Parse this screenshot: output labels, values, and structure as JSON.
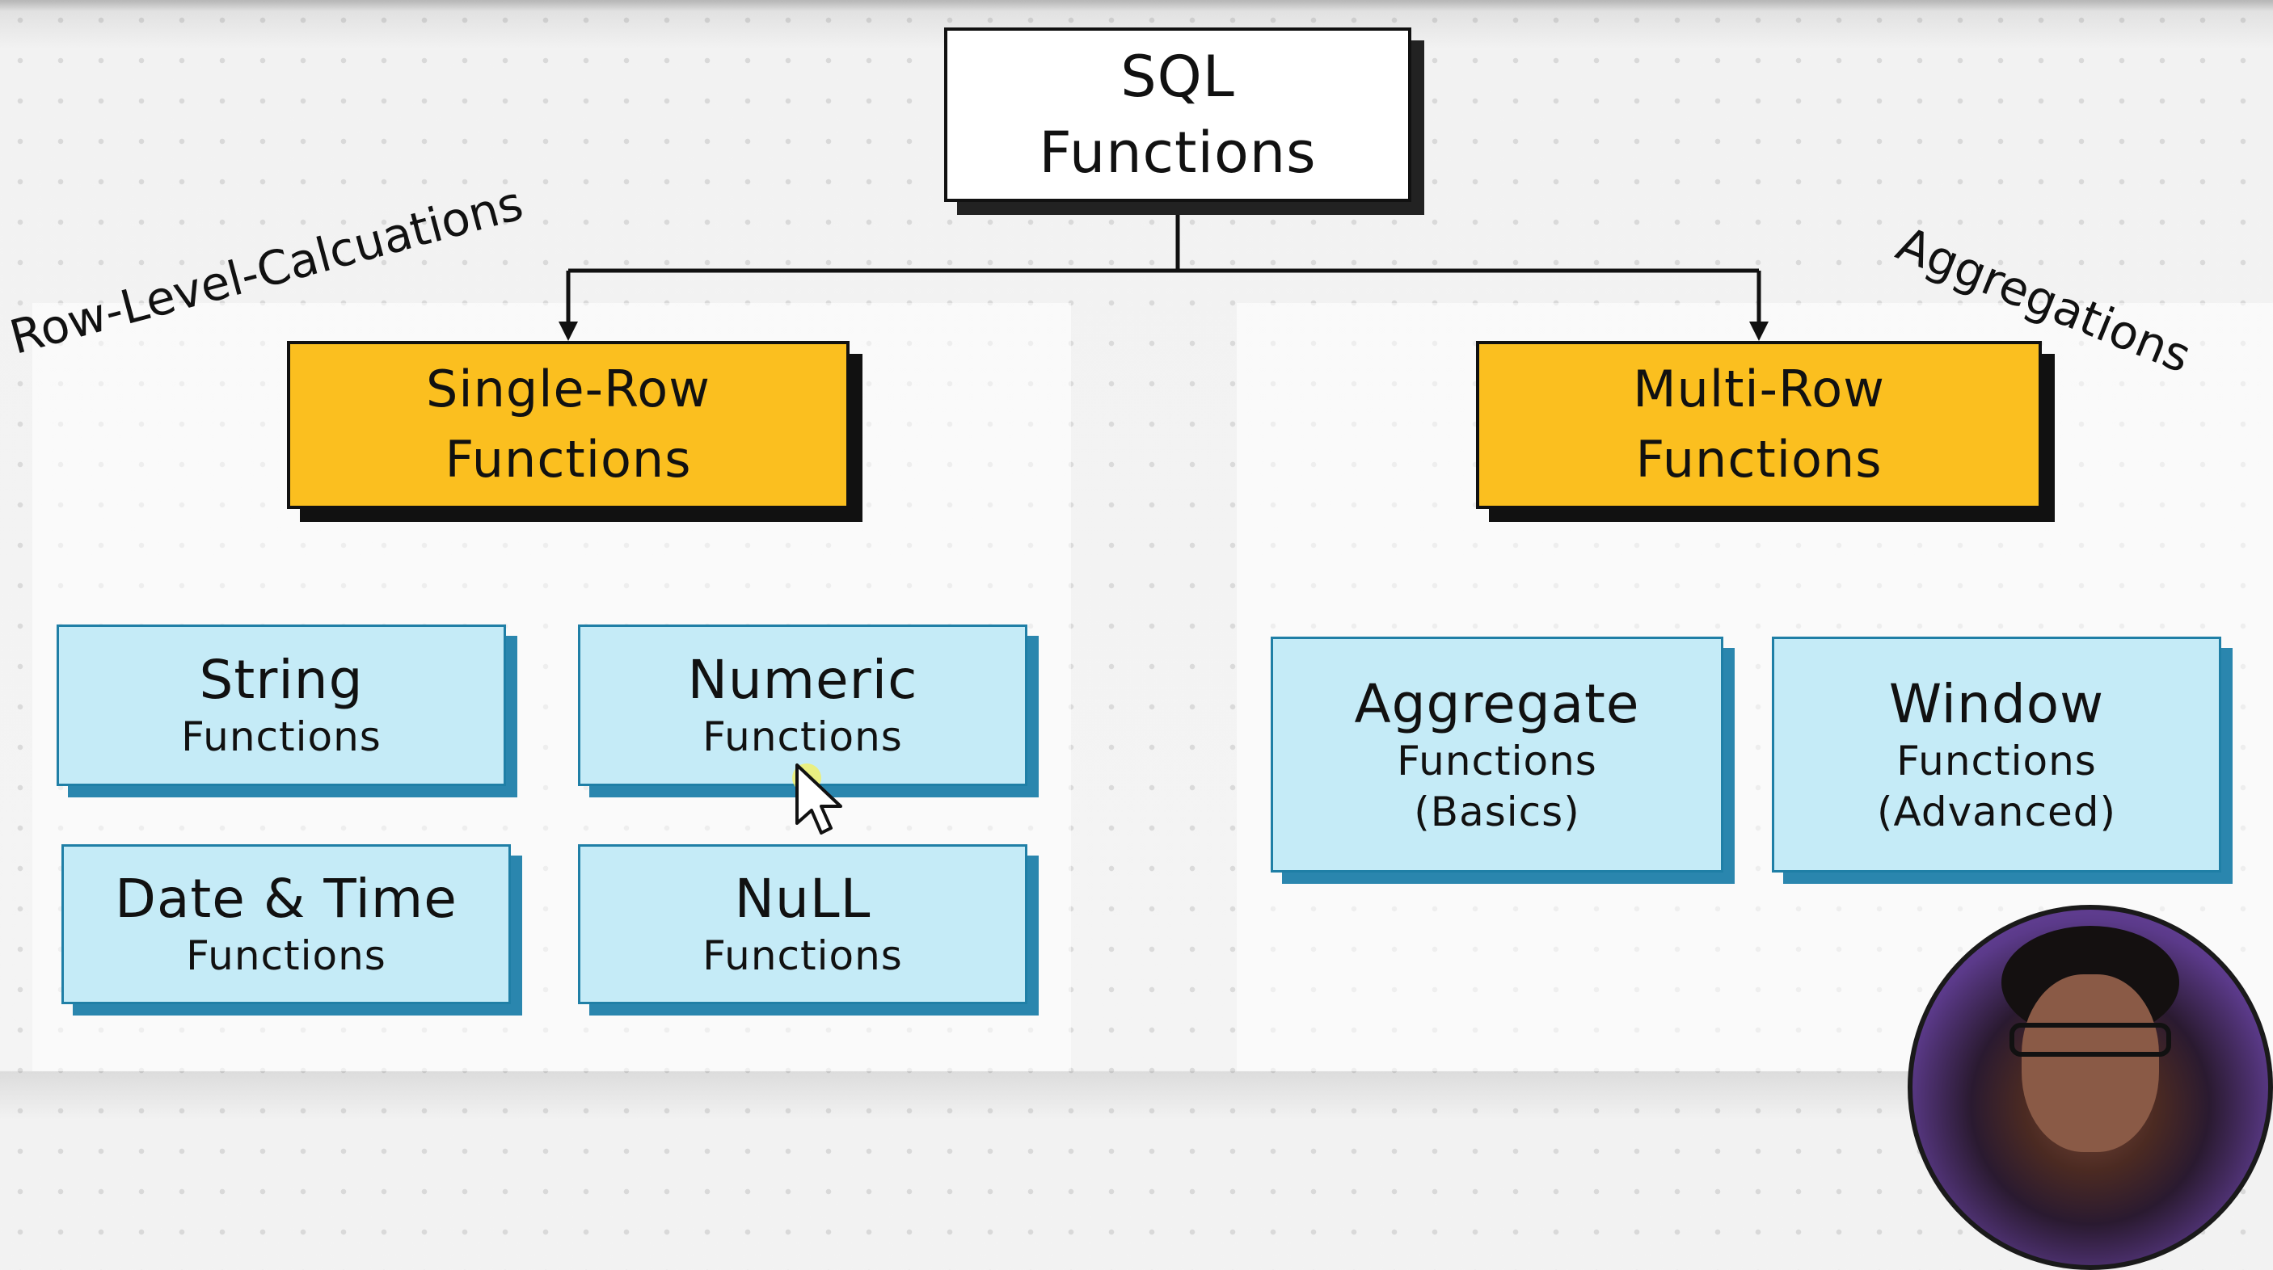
{
  "root": {
    "line1": "SQL",
    "line2": "Functions"
  },
  "left_label": "Row-Level-Calcuations",
  "right_label": "Aggregations",
  "single_row": {
    "line1": "Single-Row",
    "line2": "Functions"
  },
  "multi_row": {
    "line1": "Multi-Row",
    "line2": "Functions"
  },
  "single_row_children": [
    {
      "main": "String",
      "sub": "Functions"
    },
    {
      "main": "Numeric",
      "sub": "Functions"
    },
    {
      "main": "Date & Time",
      "sub": "Functions"
    },
    {
      "main": "NuLL",
      "sub": "Functions"
    }
  ],
  "multi_row_children": [
    {
      "main": "Aggregate",
      "sub": "Functions",
      "note": "(Basics)"
    },
    {
      "main": "Window",
      "sub": "Functions",
      "note": "(Advanced)"
    }
  ],
  "colors": {
    "orange": "#fbbf1f",
    "light_blue": "#c5ebf7",
    "blue_shadow": "#2a86ae",
    "ink": "#111111"
  },
  "icons": [
    "mouse-cursor-icon"
  ]
}
